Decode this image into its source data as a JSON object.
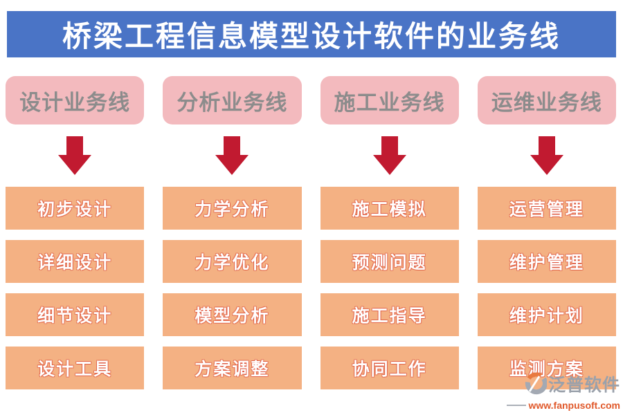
{
  "title": "桥梁工程信息模型设计软件的业务线",
  "colors": {
    "banner_blue": "#4a74c6",
    "header_pink": "#f3babe",
    "header_text_gray": "#8c8c8c",
    "box_orange": "#f4b183",
    "arrow_red": "#c11a30",
    "logo_gray": "#9aa1ab",
    "logo_url_orange": "#e0592b"
  },
  "columns": [
    {
      "header": "设计业务线",
      "items": [
        "初步设计",
        "详细设计",
        "细节设计",
        "设计工具"
      ]
    },
    {
      "header": "分析业务线",
      "items": [
        "力学分析",
        "力学优化",
        "模型分析",
        "方案调整"
      ]
    },
    {
      "header": "施工业务线",
      "items": [
        "施工模拟",
        "预测问题",
        "施工指导",
        "协同工作"
      ]
    },
    {
      "header": "运维业务线",
      "items": [
        "运营管理",
        "维护管理",
        "维护计划",
        "监测方案"
      ]
    }
  ],
  "logo": {
    "name": "泛普软件",
    "url": "www.fanpusoft.com",
    "icon": "fanpu-swoosh-icon"
  }
}
